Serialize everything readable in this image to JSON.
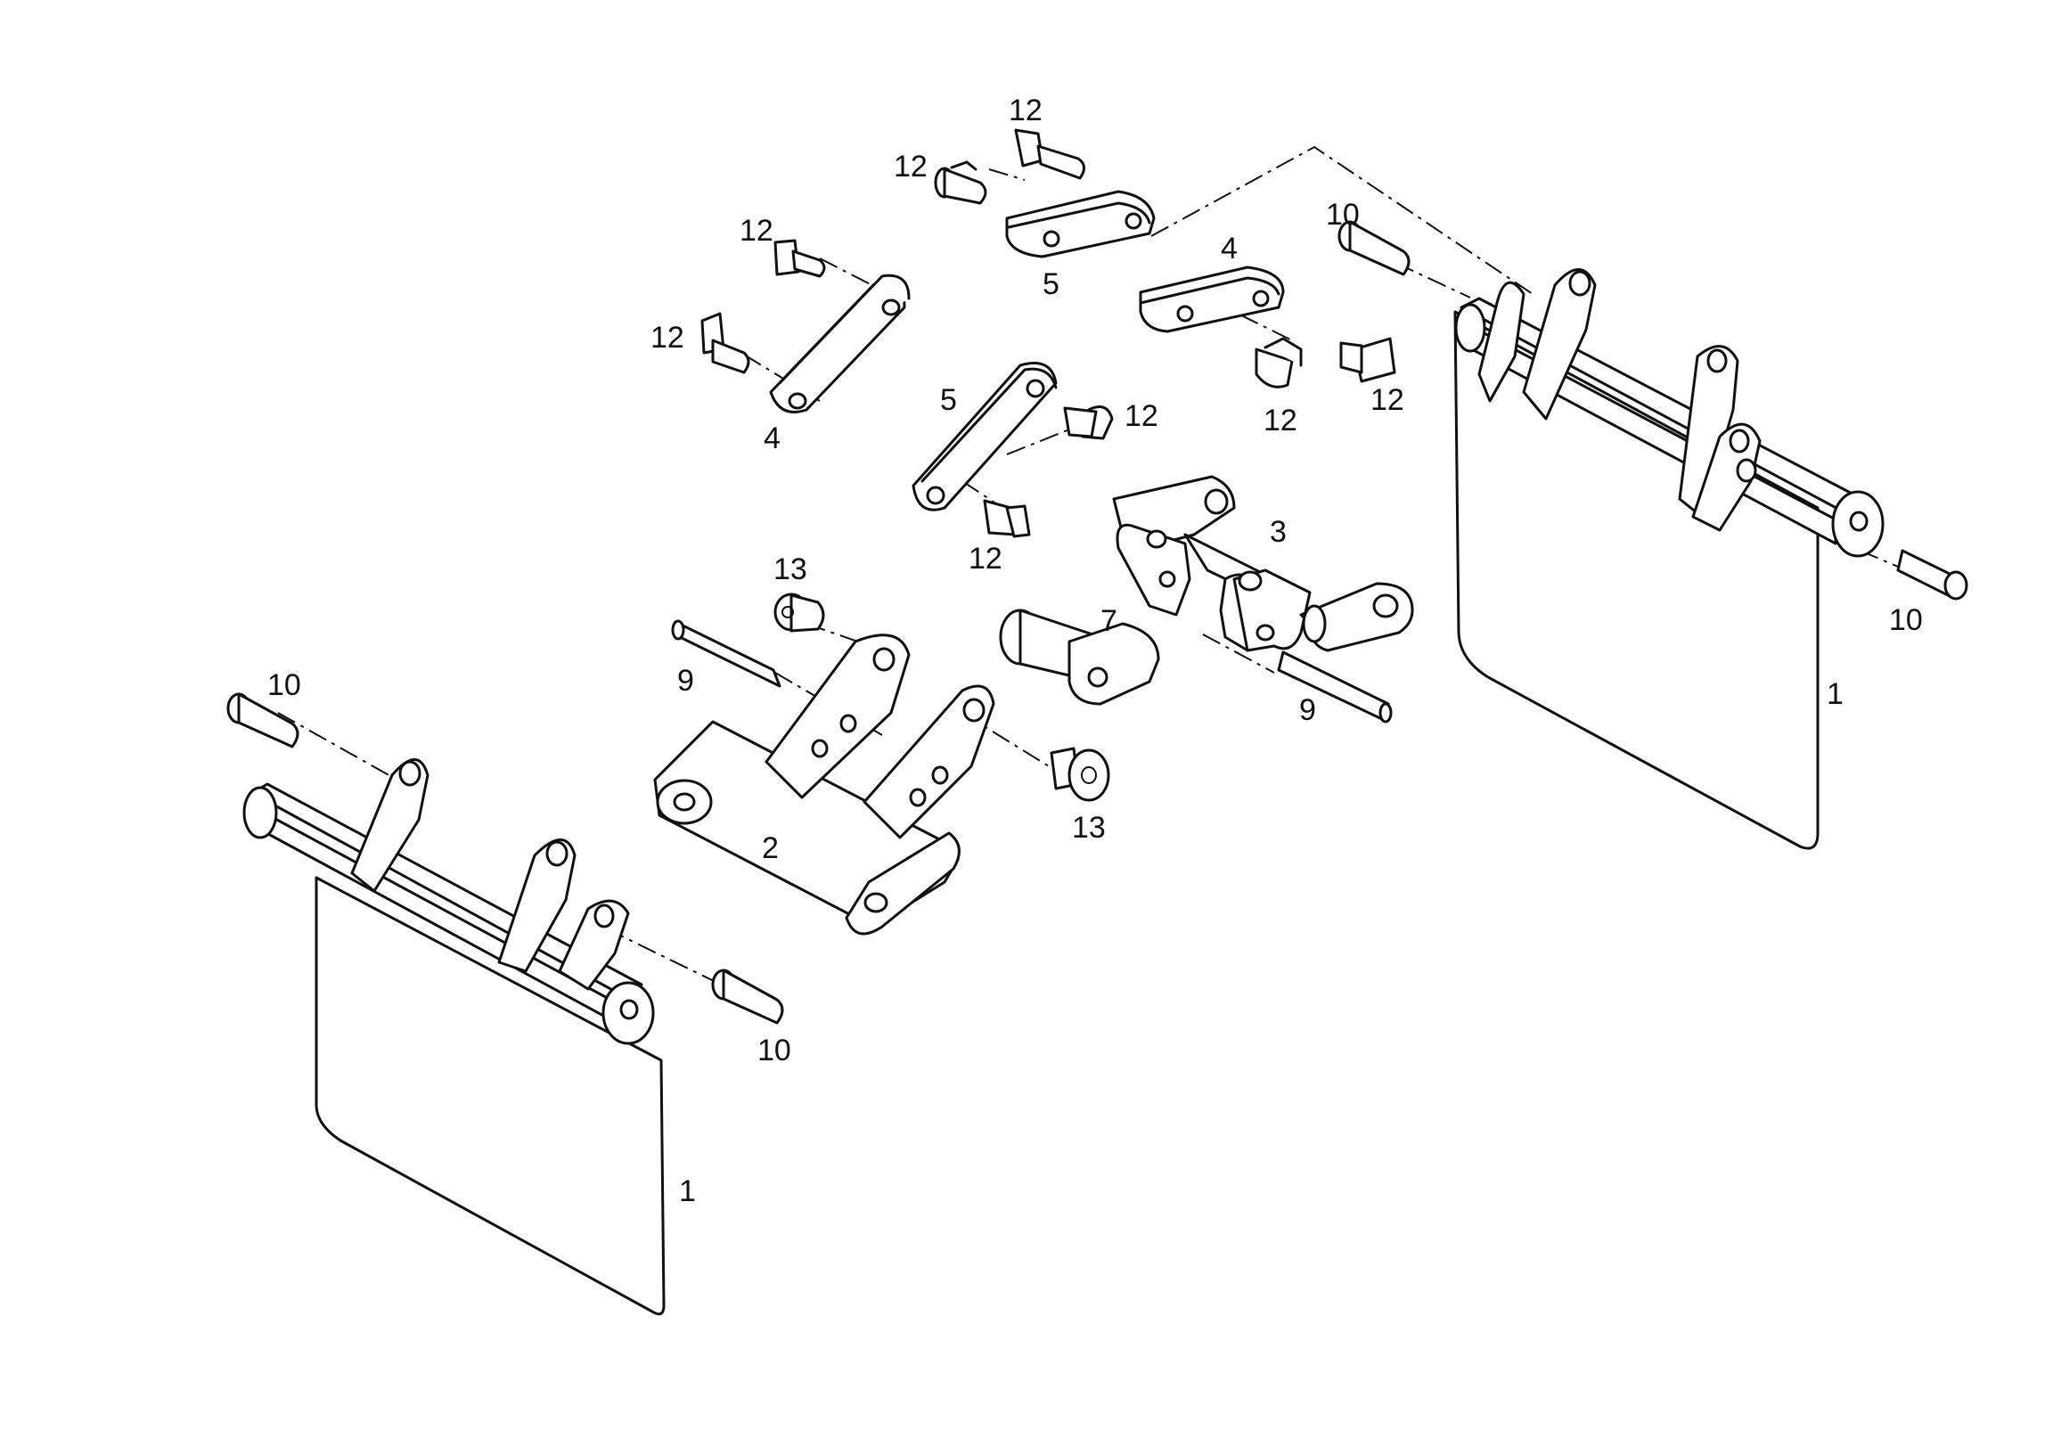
{
  "figure": {
    "kind": "exploded parts diagram",
    "line_color": "#111111",
    "background": "#ffffff"
  },
  "callouts": {
    "mudflap_left": "1",
    "mudflap_right": "1",
    "pivot_bracket": "2",
    "support_arm": "3",
    "link_upper_left": "4",
    "link_upper_right": "4",
    "link_upper_mid": "5",
    "link_middle": "5",
    "pin_7": "7",
    "roll_pin_left": "9",
    "roll_pin_right": "9",
    "pin_10_left_top": "10",
    "pin_10_left_bottom": "10",
    "pin_10_right_top": "10",
    "pin_10_right_bottom": "10",
    "pin_12_a": "12",
    "pin_12_b": "12",
    "pin_12_c": "12",
    "pin_12_d": "12",
    "pin_12_e": "12",
    "pin_12_f": "12",
    "pin_12_g": "12",
    "pin_12_h": "12",
    "grease_nipple_top": "13",
    "grease_nipple_bottom": "13"
  }
}
